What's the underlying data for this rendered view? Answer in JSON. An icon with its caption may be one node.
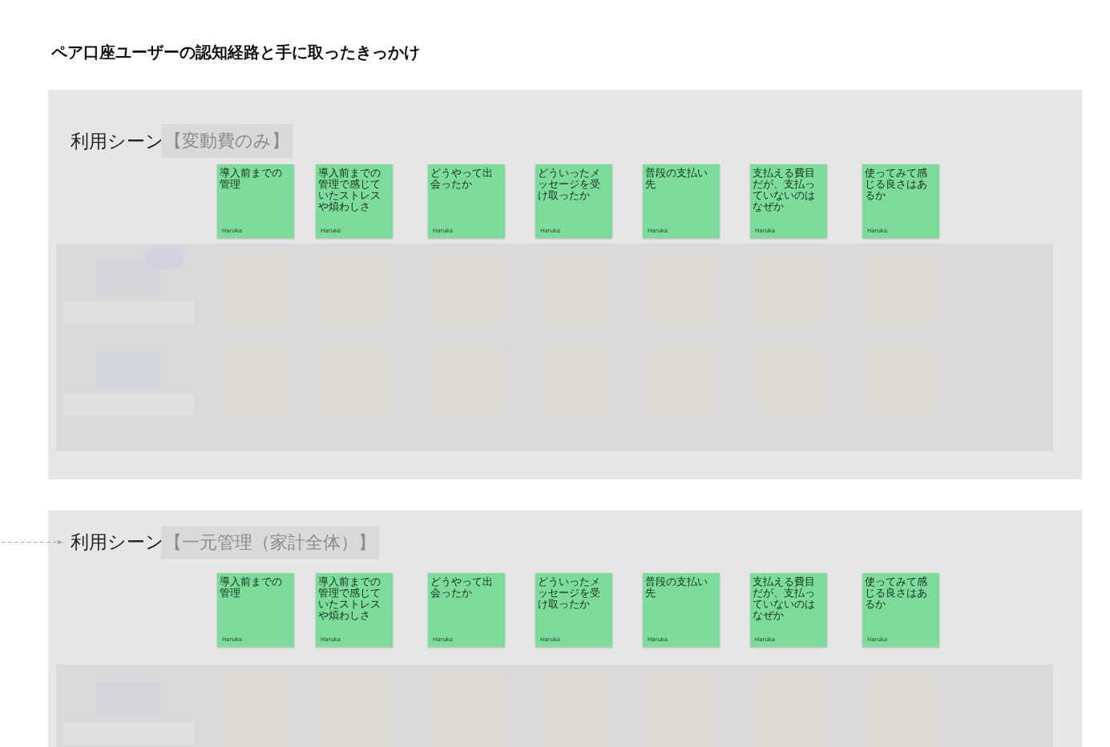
{
  "diagram": {
    "title": "ペア口座ユーザーの認知経路と手に取ったきっかけ",
    "nodes": [
      {
        "text": [],
        "shape": "box"
      },
      {
        "text": [
          "利用シーン"
        ],
        "in": 0
      },
      {
        "text": [
          "【変動費のみ】"
        ],
        "in": 0
      },
      {
        "text": [
          "導入前までの管理",
          "Haruka"
        ],
        "in": 0
      },
      {
        "text": [
          "導入前までの管理で感じていたストレスや煩わしさ",
          "Haruka"
        ],
        "in": 0
      },
      {
        "text": [
          "どうやって出会ったか",
          "Haruka"
        ],
        "in": 0
      },
      {
        "text": [
          "どういったメッセージを受け取ったか",
          "Haruka"
        ],
        "in": 0
      },
      {
        "text": [
          "普段の支払い先",
          "Haruka"
        ],
        "in": 0
      },
      {
        "text": [
          "支払える費目だが、支払っていないのはなぜか",
          "Haruka"
        ],
        "in": 0
      },
      {
        "text": [
          "使ってみて感じる良さはあるか",
          "Haruka"
        ],
        "in": 0
      },
      {
        "text": [],
        "shape": "box"
      },
      {
        "text": [
          "利用シーン"
        ],
        "in": 10
      },
      {
        "text": [
          "【一元管理（家計全体）】"
        ],
        "in": 10
      },
      {
        "text": [
          "導入前までの管理",
          "Haruka"
        ],
        "in": 10
      },
      {
        "text": [
          "導入前までの管理で感じていたストレスや煩わしさ",
          "Haruka"
        ],
        "in": 10
      },
      {
        "text": [
          "どうやって出会ったか",
          "Haruka"
        ],
        "in": 10
      },
      {
        "text": [
          "どういったメッセージを受け取ったか",
          "Haruka"
        ],
        "in": 10
      },
      {
        "text": [
          "普段の支払い先",
          "Haruka"
        ],
        "in": 10
      },
      {
        "text": [
          "支払える費目だが、支払っていないのはなぜか",
          "Haruka"
        ],
        "in": 10
      },
      {
        "text": [
          "使ってみて感じる良さはあるか",
          "Haruka"
        ],
        "in": 10
      }
    ],
    "edges": [
      {
        "from": null,
        "to": 11,
        "arrow": "to",
        "style": "dashed"
      }
    ]
  }
}
